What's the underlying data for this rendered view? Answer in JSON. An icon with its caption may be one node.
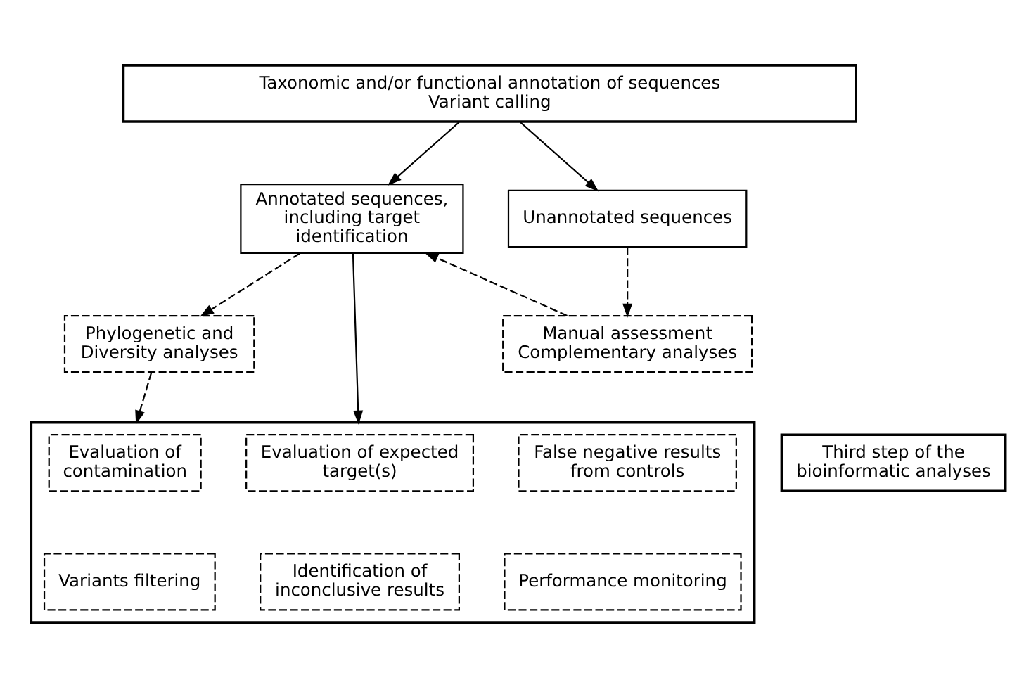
{
  "diagram": {
    "nodes": [
      {
        "text": [
          "Taxonomic and/or functional annotation of sequences",
          "Variant calling"
        ]
      },
      {
        "text": [
          "Annotated sequences, including target identification"
        ]
      },
      {
        "text": [
          "Unannotated sequences"
        ]
      },
      {
        "text": [
          "Phylogenetic and Diversity analyses"
        ]
      },
      {
        "text": [
          "Manual assessment",
          "Complementary analyses"
        ]
      },
      {
        "text": [],
        "shape": "box"
      },
      {
        "text": [
          "Evaluation of contamination"
        ],
        "in": 5
      },
      {
        "text": [
          "Evaluation of expected target(s)"
        ],
        "in": 5
      },
      {
        "text": [
          "False negative results from controls"
        ],
        "in": 5
      },
      {
        "text": [
          "Variants filtering"
        ],
        "in": 5
      },
      {
        "text": [
          "Identification of inconclusive results"
        ],
        "in": 5
      },
      {
        "text": [
          "Performance monitoring"
        ],
        "in": 5
      },
      {
        "text": [
          "Third step of the bioinformatic analyses"
        ]
      }
    ],
    "edges": [
      {
        "from": 0,
        "to": 1,
        "arrow": "to"
      },
      {
        "from": 0,
        "to": 2,
        "arrow": "to"
      },
      {
        "from": 1,
        "to": 3,
        "arrow": "to",
        "style": "dashed"
      },
      {
        "from": 2,
        "to": 4,
        "arrow": "to",
        "style": "dashed"
      },
      {
        "from": 4,
        "to": 1,
        "arrow": "to",
        "style": "dashed"
      },
      {
        "from": 1,
        "to": 5,
        "arrow": "to"
      },
      {
        "from": 3,
        "to": 5,
        "arrow": "to",
        "style": "dashed"
      }
    ]
  }
}
